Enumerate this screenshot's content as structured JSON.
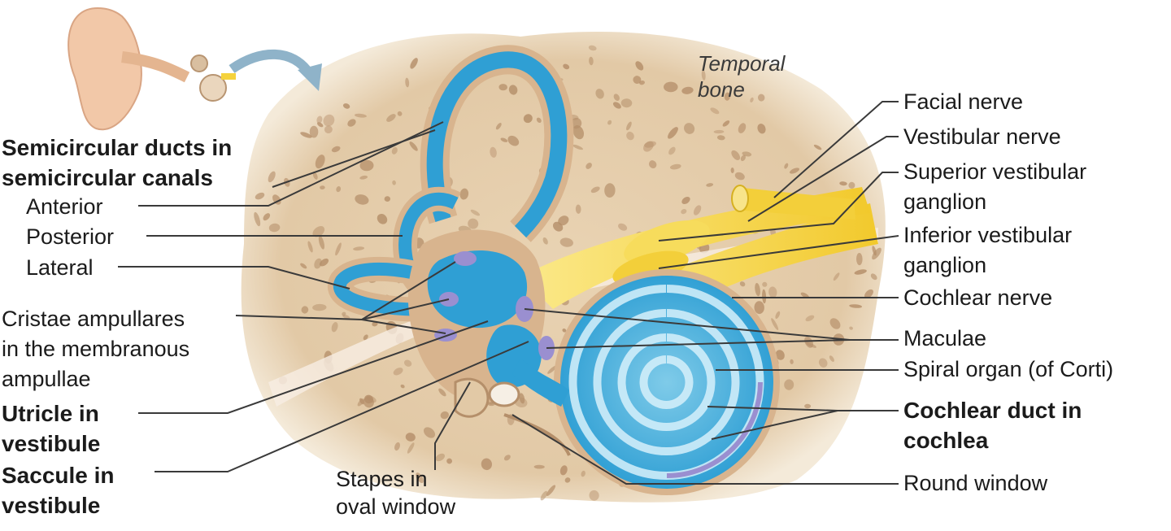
{
  "colors": {
    "bone": "#e2c9a6",
    "bone_pore": "#b58f6a",
    "membranous_blue": "#2f9fd4",
    "highlight_blue": "#bfe8f6",
    "nerve_yellow": "#f5d23c",
    "sensory_purple": "#9a8fd0",
    "tissue_tan": "#d8b48e",
    "leader_line": "#3a3a3a"
  },
  "labels": {
    "temporal_bone": [
      "Temporal",
      "bone"
    ],
    "semicircular_ducts": [
      "Semicircular ducts in",
      "semicircular canals"
    ],
    "anterior": "Anterior",
    "posterior": "Posterior",
    "lateral": "Lateral",
    "cristae": [
      "Cristae ampullares",
      "in the membranous",
      "ampullae"
    ],
    "utricle": [
      "Utricle in",
      "vestibule"
    ],
    "saccule": [
      "Saccule in",
      "vestibule"
    ],
    "stapes": [
      "Stapes in",
      "oval window"
    ],
    "facial_nerve": "Facial nerve",
    "vestibular_nerve": "Vestibular nerve",
    "superior_ganglion": [
      "Superior vestibular",
      "ganglion"
    ],
    "inferior_ganglion": [
      "Inferior vestibular",
      "ganglion"
    ],
    "cochlear_nerve": "Cochlear nerve",
    "maculae": "Maculae",
    "spiral_organ": "Spiral organ (of Corti)",
    "cochlear_duct": [
      "Cochlear duct in",
      "cochlea"
    ],
    "round_window": "Round window"
  }
}
